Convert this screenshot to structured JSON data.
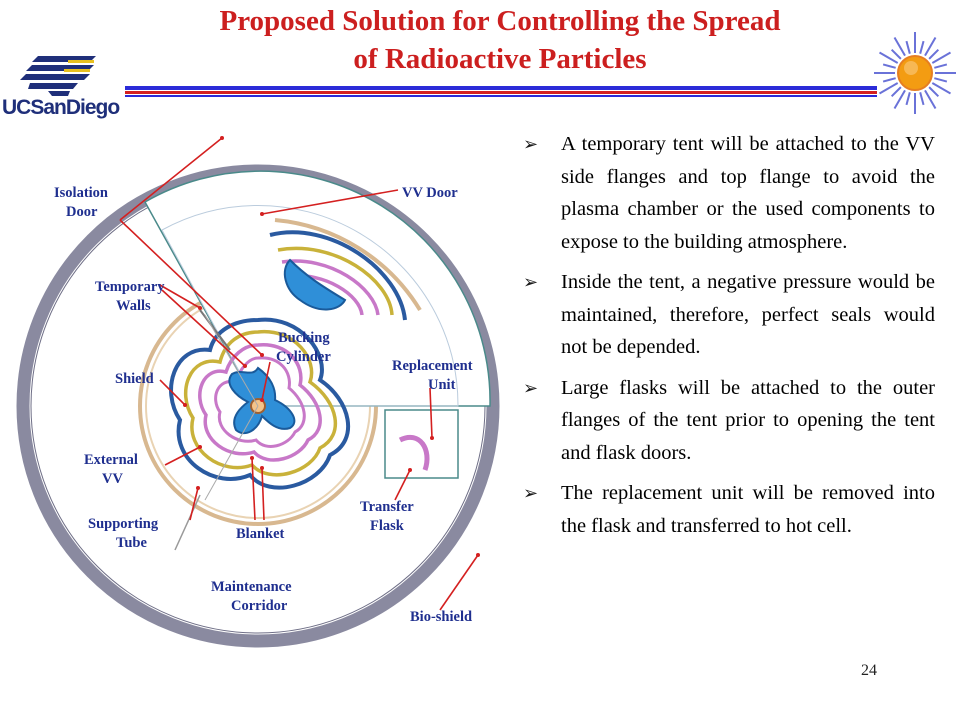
{
  "title": {
    "line1": "Proposed Solution for Controlling the Spread",
    "line2": "of Radioactive Particles"
  },
  "logo": {
    "text": "UCSanDiego",
    "icon": "ucsd-triton-logo-icon"
  },
  "decoration": {
    "icon": "sun-icon",
    "colors": {
      "sun_core": "#f39c12",
      "sun_rays": "#6a72d8"
    }
  },
  "colors": {
    "title": "#cc1f1f",
    "rule_blue": "#2b2bd8",
    "rule_red": "#d42020",
    "label": "#1f2f8f"
  },
  "diagram": {
    "labels": {
      "isolation_door_1": "Isolation",
      "isolation_door_2": "Door",
      "vv_door": "VV Door",
      "temporary_walls_1": "Temporary",
      "temporary_walls_2": "Walls",
      "bucking_cylinder_1": "Bucking",
      "bucking_cylinder_2": "Cylinder",
      "replacement_unit_1": "Replacement",
      "replacement_unit_2": "Unit",
      "shield": "Shield",
      "external_vv_1": "External",
      "external_vv_2": "VV",
      "supporting_tube_1": "Supporting",
      "supporting_tube_2": "Tube",
      "blanket": "Blanket",
      "transfer_flask_1": "Transfer",
      "transfer_flask_2": "Flask",
      "maintenance_corridor_1": "Maintenance",
      "maintenance_corridor_2": "Corridor",
      "bio_shield": "Bio-shield"
    }
  },
  "bullets": [
    "A temporary tent will be attached to the VV side flanges and top flange to avoid the plasma chamber or the used components to expose to the building atmosphere.",
    "Inside the tent, a negative pressure would be maintained, therefore, perfect seals would not be depended.",
    "Large flasks will be attached to the outer flanges of the tent prior to opening the tent and flask doors.",
    "The replacement unit will be removed into the flask and transferred to hot cell."
  ],
  "bullet_marker": "➢",
  "page_number": "24"
}
